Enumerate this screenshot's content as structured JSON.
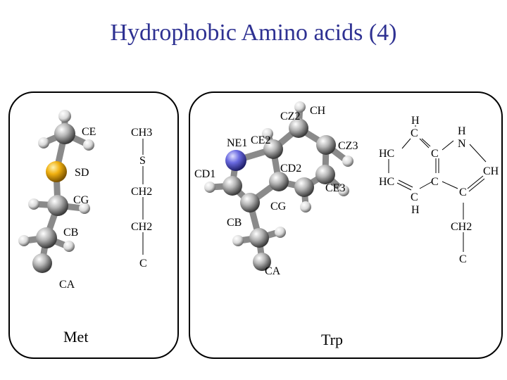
{
  "title": "Hydrophobic Amino acids (4)",
  "met": {
    "caption": "Met",
    "model_labels": [
      "CE",
      "SD",
      "CG",
      "CB",
      "CA"
    ],
    "formula": [
      "CH3",
      "S",
      "CH2",
      "CH2",
      "C"
    ]
  },
  "trp": {
    "caption": "Trp",
    "model_labels": [
      "CZ2",
      "CH",
      "NE1",
      "CE2",
      "CZ3",
      "CD1",
      "CD2",
      "CE3",
      "CG",
      "CB",
      "CA"
    ],
    "formula": [
      "H",
      "C",
      "H",
      "N",
      "HC",
      "C",
      "HC",
      "C",
      "CH",
      "C",
      "H",
      "C",
      "CH2",
      "C"
    ]
  }
}
